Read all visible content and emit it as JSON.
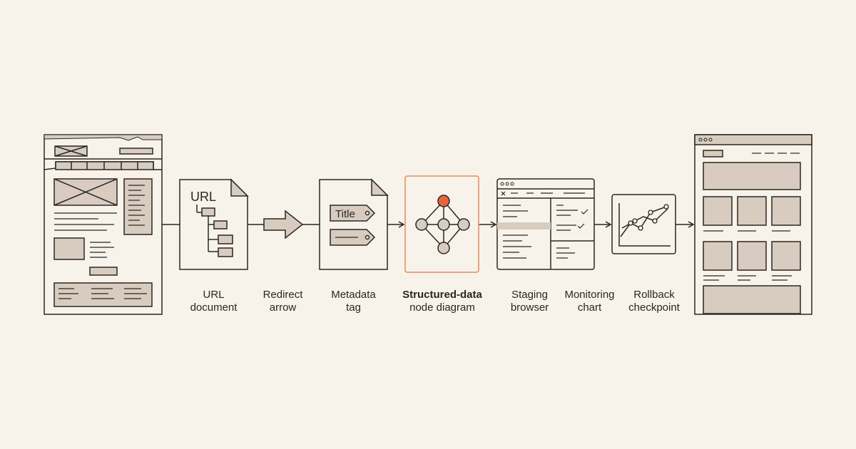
{
  "colors": {
    "background": "#f7f3ea",
    "ink": "#2b2622",
    "fill": "#d8ccc0",
    "accent": "#e8653a",
    "accent_border": "#e38a63"
  },
  "steps": [
    {
      "id": "url-document",
      "line1": "URL",
      "line2": "document",
      "icon_text": "URL",
      "icon": "document-tree-icon"
    },
    {
      "id": "redirect-arrow",
      "line1": "Redirect",
      "line2": "arrow",
      "icon": "redirect-arrow-icon"
    },
    {
      "id": "metadata-tag",
      "line1": "Metadata",
      "line2": "tag",
      "icon_text": "Title",
      "icon": "tag-icon"
    },
    {
      "id": "structured-data",
      "line1": "Structured-data",
      "line2": "node diagram",
      "icon": "node-graph-icon",
      "highlighted": true
    },
    {
      "id": "staging-browser",
      "line1": "Staging",
      "line2": "browser",
      "icon": "browser-window-icon"
    },
    {
      "id": "monitoring-chart",
      "line1": "Monitoring",
      "line2": "chart",
      "icon": "line-chart-icon"
    },
    {
      "id": "rollback-checkpoint",
      "line1": "Rollback",
      "line2": "checkpoint",
      "icon": "checkpoint-icon"
    }
  ],
  "source_page": {
    "icon": "damaged-webpage-icon"
  },
  "result_page": {
    "icon": "clean-webpage-icon"
  }
}
